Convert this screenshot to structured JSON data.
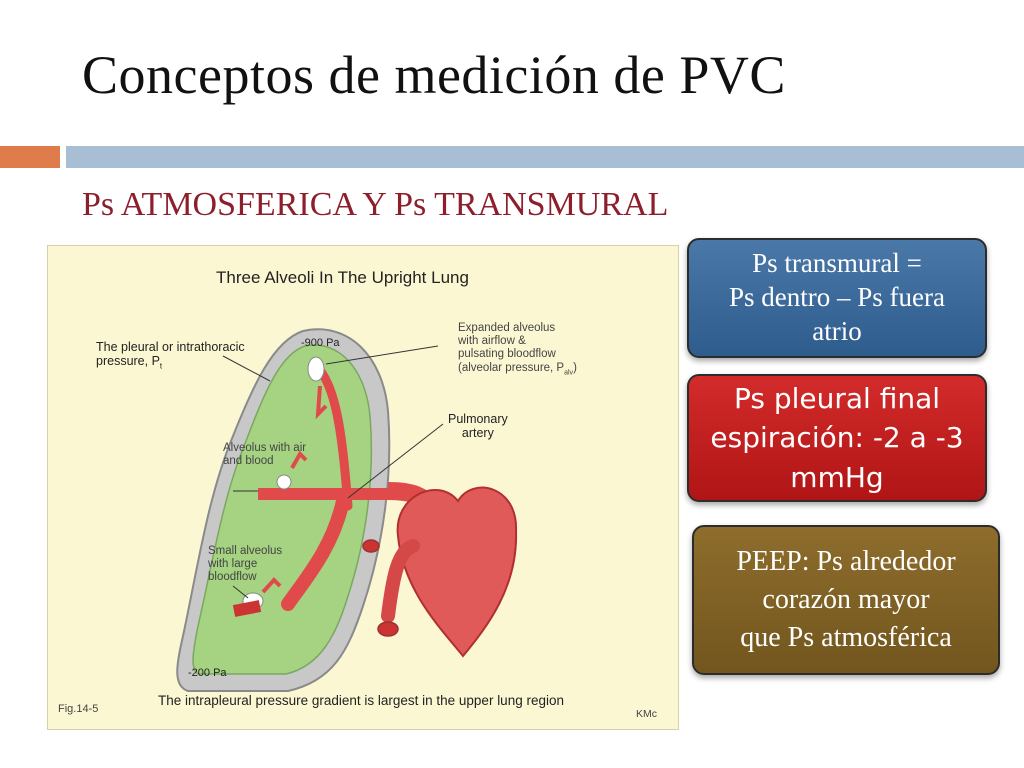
{
  "slide": {
    "title": "Conceptos de medición de PVC",
    "subtitle": "Ps ATMOSFERICA Y Ps TRANSMURAL"
  },
  "figure": {
    "heading": "Three Alveoli In The Upright Lung",
    "pleural_label_1": "The pleural or intrathoracic",
    "pleural_label_2": "pressure, P",
    "pleural_label_sub": "t",
    "top_pressure": "-900 Pa",
    "bottom_pressure": "-200 Pa",
    "expanded_1": "Expanded alveolus",
    "expanded_2": "with airflow  &",
    "expanded_3": "pulsating bloodflow",
    "expanded_4": "(alveolar pressure, P",
    "expanded_4_sub": "alv",
    "expanded_4_end": ")",
    "pulmonary_1": "Pulmonary",
    "pulmonary_2": "artery",
    "middle_1": "Alveolus with air",
    "middle_2": "and blood",
    "small_1": "Small alveolus",
    "small_2": "with large",
    "small_3": "bloodflow",
    "caption": "The intrapleural pressure gradient is largest in the upper lung region",
    "fig_number": "Fig.14-5",
    "credit": "KMc"
  },
  "boxes": {
    "transmural": [
      "Ps transmural =",
      "Ps dentro – Ps fuera",
      "atrio"
    ],
    "pleural": [
      "Ps pleural final",
      "espiración: -2 a -3",
      "mmHg"
    ],
    "peep": [
      "PEEP: Ps alrededor",
      "corazón mayor",
      "que Ps atmosférica"
    ]
  },
  "colors": {
    "accent_orange": "#e07b4c",
    "accent_blue": "#a7bed4",
    "subtitle": "#8d1f2c",
    "box_blue": "#2d5c8d",
    "box_red": "#b01515",
    "box_brown": "#72561e"
  }
}
